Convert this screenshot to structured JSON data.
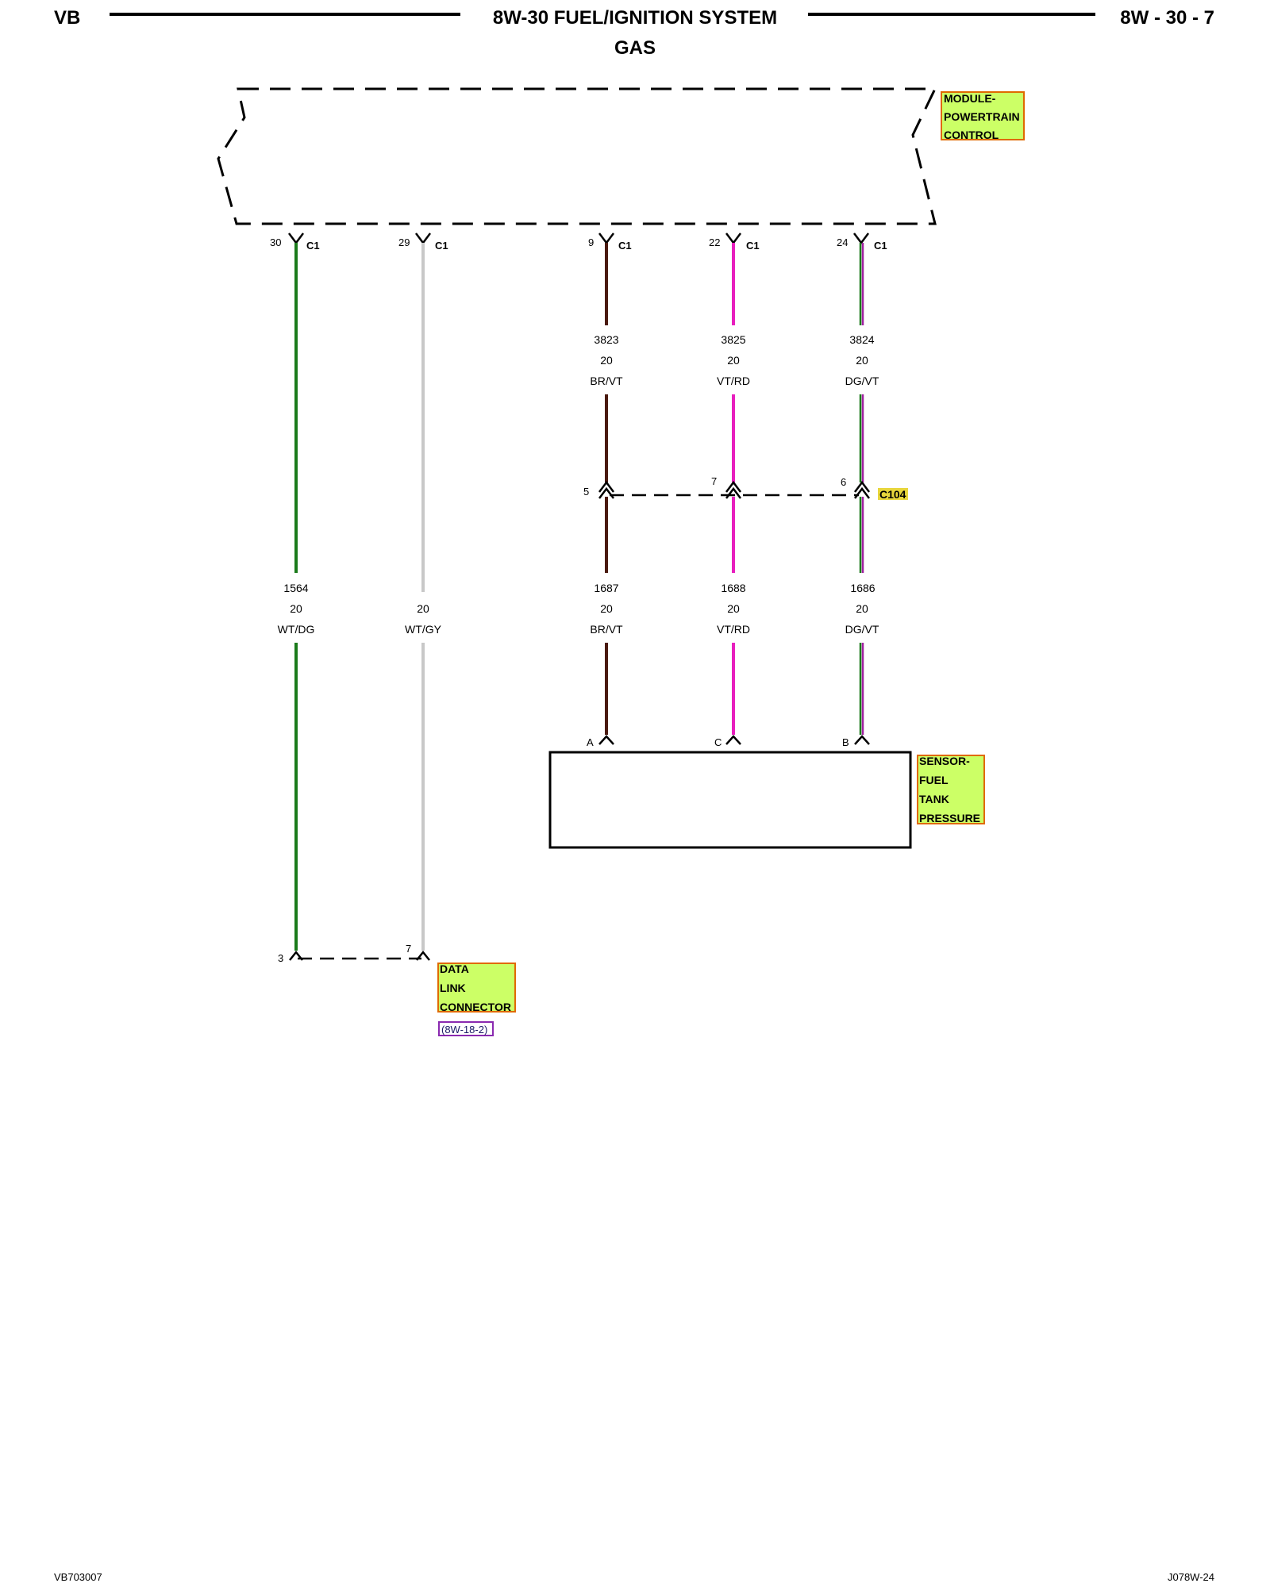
{
  "header": {
    "left": "VB",
    "title": "8W-30 FUEL/IGNITION SYSTEM",
    "subtitle": "GAS",
    "right": "8W - 30 - 7"
  },
  "footer": {
    "left": "VB703007",
    "right": "J078W-24"
  },
  "components": {
    "pcm": [
      "MODULE-",
      "POWERTRAIN",
      "CONTROL"
    ],
    "sensor": [
      "SENSOR-",
      "FUEL",
      "TANK",
      "PRESSURE"
    ],
    "dlc": [
      "DATA",
      "LINK",
      "CONNECTOR"
    ],
    "dlc_ref": "(8W-18-2)",
    "c104": "C104"
  },
  "colors": {
    "label_fill": "#ccff66",
    "label_border": "#e06a00",
    "c104_fill": "#e8d63c",
    "wire_green": "#1a7a1a",
    "wire_gray": "#c8c8c8",
    "wire_brown": "#4a1a10",
    "wire_violet": "#e81fbe"
  },
  "wires": {
    "w30": {
      "pin": "30",
      "conn": "C1",
      "lower_circuit": "1564",
      "lower_gauge": "20",
      "lower_color": "WT/DG",
      "dlc_pin": "3"
    },
    "w29": {
      "pin": "29",
      "conn": "C1",
      "lower_gauge": "20",
      "lower_color": "WT/GY",
      "dlc_pin": "7"
    },
    "w9": {
      "pin": "9",
      "conn": "C1",
      "upper_circuit": "3823",
      "upper_gauge": "20",
      "upper_color": "BR/VT",
      "c104_pin": "5",
      "lower_circuit": "1687",
      "lower_gauge": "20",
      "lower_color": "BR/VT",
      "sensor_pin": "A"
    },
    "w22": {
      "pin": "22",
      "conn": "C1",
      "upper_circuit": "3825",
      "upper_gauge": "20",
      "upper_color": "VT/RD",
      "c104_pin": "7",
      "lower_circuit": "1688",
      "lower_gauge": "20",
      "lower_color": "VT/RD",
      "sensor_pin": "C"
    },
    "w24": {
      "pin": "24",
      "conn": "C1",
      "upper_circuit": "3824",
      "upper_gauge": "20",
      "upper_color": "DG/VT",
      "c104_pin": "6",
      "lower_circuit": "1686",
      "lower_gauge": "20",
      "lower_color": "DG/VT",
      "sensor_pin": "B"
    }
  }
}
